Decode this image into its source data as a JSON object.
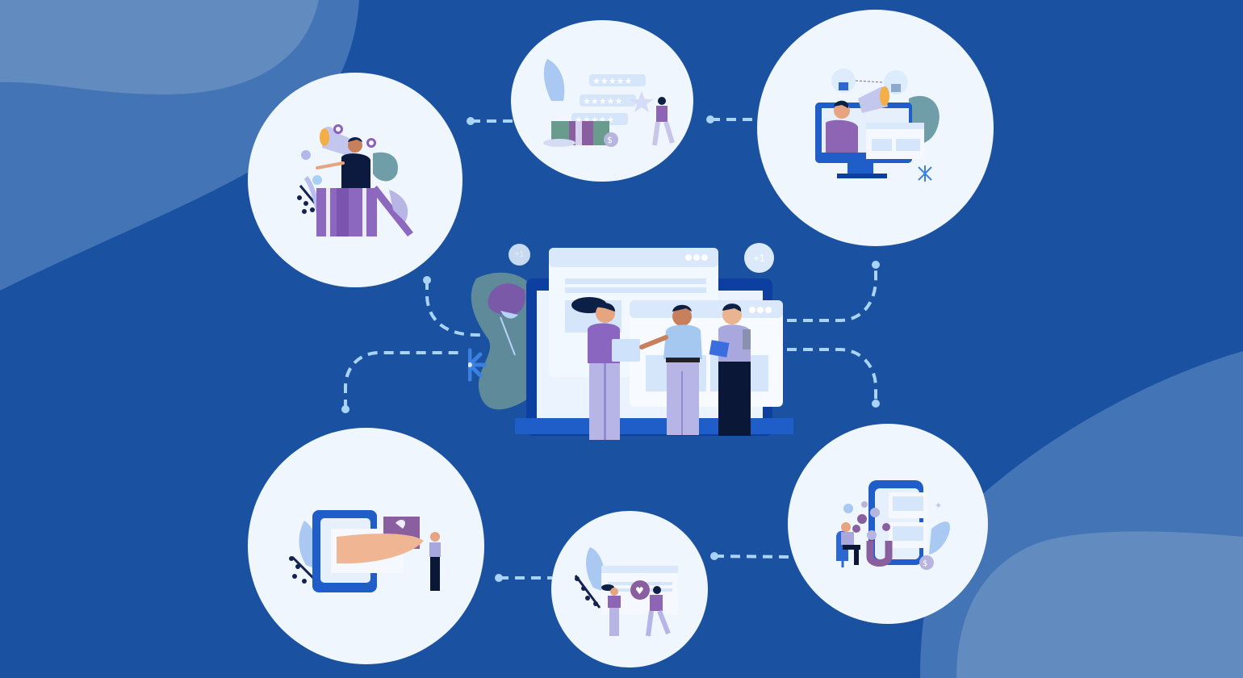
{
  "scene": {
    "title": "Marketing network illustration",
    "background_color": "#1a52a1",
    "blob_colors": [
      "#4374b6",
      "#628bc0"
    ],
    "bubble_color": "#eff6fe",
    "connector_color": "#a9d4f7"
  },
  "center": {
    "badges": [
      "+1",
      "+1"
    ],
    "people_count": 3
  },
  "nodes": [
    {
      "id": "gift-announcement",
      "icon": "megaphone-gift-icon"
    },
    {
      "id": "reviews-rewards",
      "icon": "star-rating-icon"
    },
    {
      "id": "online-promotion",
      "icon": "monitor-megaphone-icon"
    },
    {
      "id": "mobile-offer",
      "icon": "tablet-hand-gift-icon"
    },
    {
      "id": "engagement",
      "icon": "heart-browser-icon"
    },
    {
      "id": "customer-attraction",
      "icon": "phone-magnet-icon"
    }
  ],
  "coin_symbol": "$"
}
